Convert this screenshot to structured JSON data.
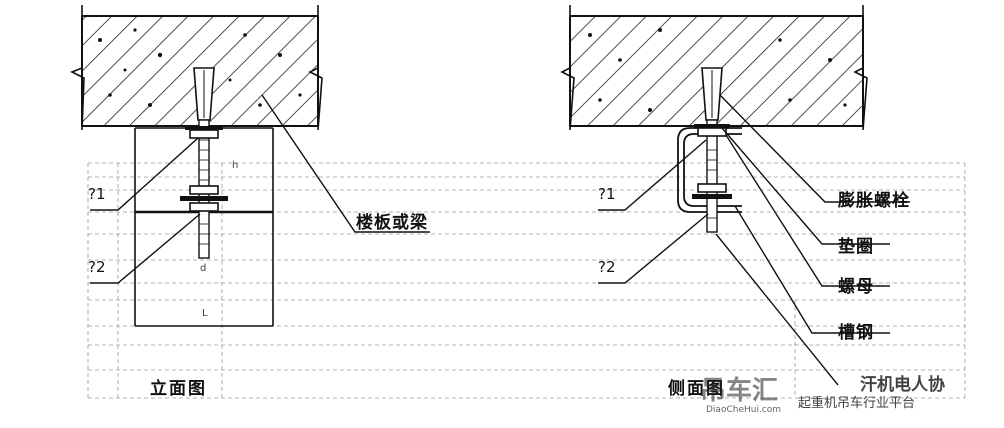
{
  "diagram": {
    "left_view": {
      "callout_slab": "楼板或梁",
      "marker_1": "?1",
      "marker_2": "?2",
      "dim_h": "h",
      "dim_d": "d",
      "dim_L": "L",
      "title": "立面图"
    },
    "right_view": {
      "marker_1": "?1",
      "marker_2": "?2",
      "callout_bolt": "膨胀螺栓",
      "callout_washer": "垫圈",
      "callout_nut": "螺母",
      "callout_channel": "槽钢",
      "title": "侧面图"
    }
  },
  "watermark": {
    "brand": "吊车汇",
    "url": "DiaoCheHui.com",
    "subtitle": "起重机吊车行业平台",
    "account": "汗机电人协"
  }
}
